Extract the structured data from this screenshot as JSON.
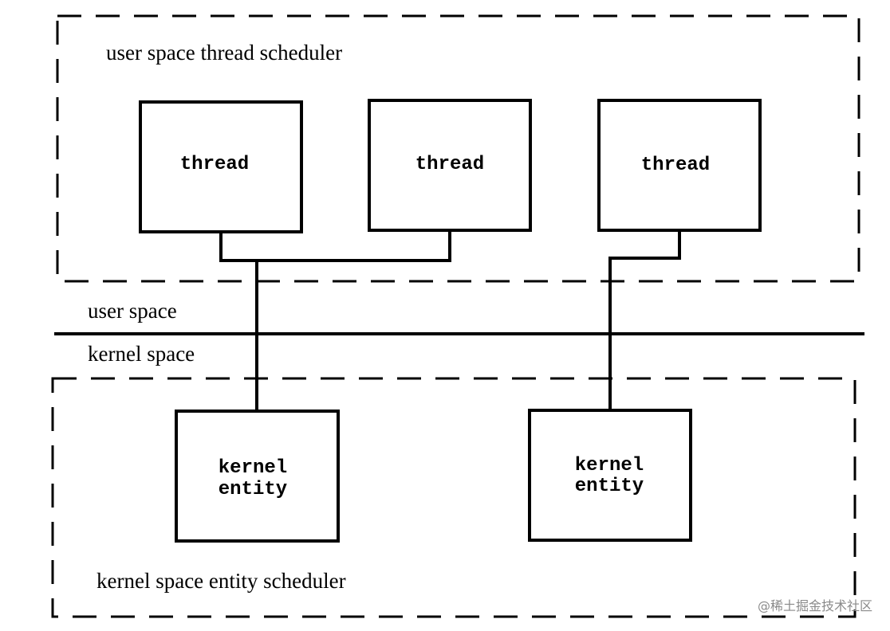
{
  "user_region": {
    "label": "user space thread scheduler",
    "threads": [
      "thread",
      "thread",
      "thread"
    ]
  },
  "boundary": {
    "above_label": "user space",
    "below_label": "kernel space"
  },
  "kernel_region": {
    "label": "kernel space entity scheduler",
    "entities": [
      {
        "line1": "kernel",
        "line2": "entity"
      },
      {
        "line1": "kernel",
        "line2": "entity"
      }
    ]
  },
  "watermark": "@稀土掘金技术社区"
}
